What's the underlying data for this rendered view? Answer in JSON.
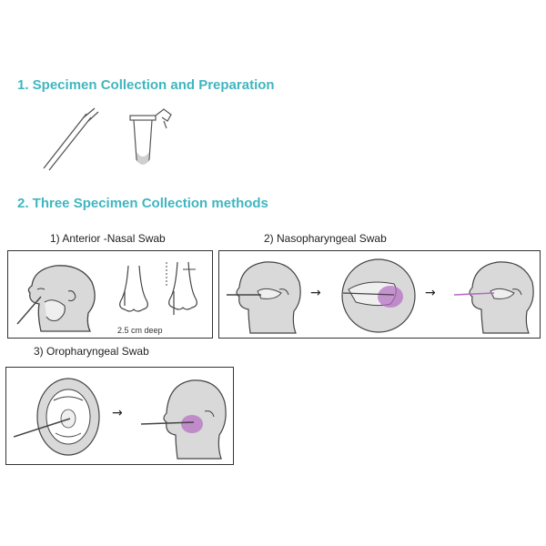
{
  "section1": {
    "title": "1. Specimen Collection and Preparation"
  },
  "section2": {
    "title": "2. Three Specimen Collection methods",
    "methods": [
      {
        "label": "1) Anterior -Nasal Swab",
        "note": "2.5 cm deep"
      },
      {
        "label": "2) Nasopharyngeal Swab"
      },
      {
        "label": "3) Oropharyngeal Swab"
      }
    ]
  },
  "colors": {
    "heading": "#3fb6c0",
    "skin": "#d9d9d9",
    "tissue": "#b56ac2"
  },
  "icons": [
    "swab-icon",
    "tube-icon",
    "arrow-icon"
  ]
}
